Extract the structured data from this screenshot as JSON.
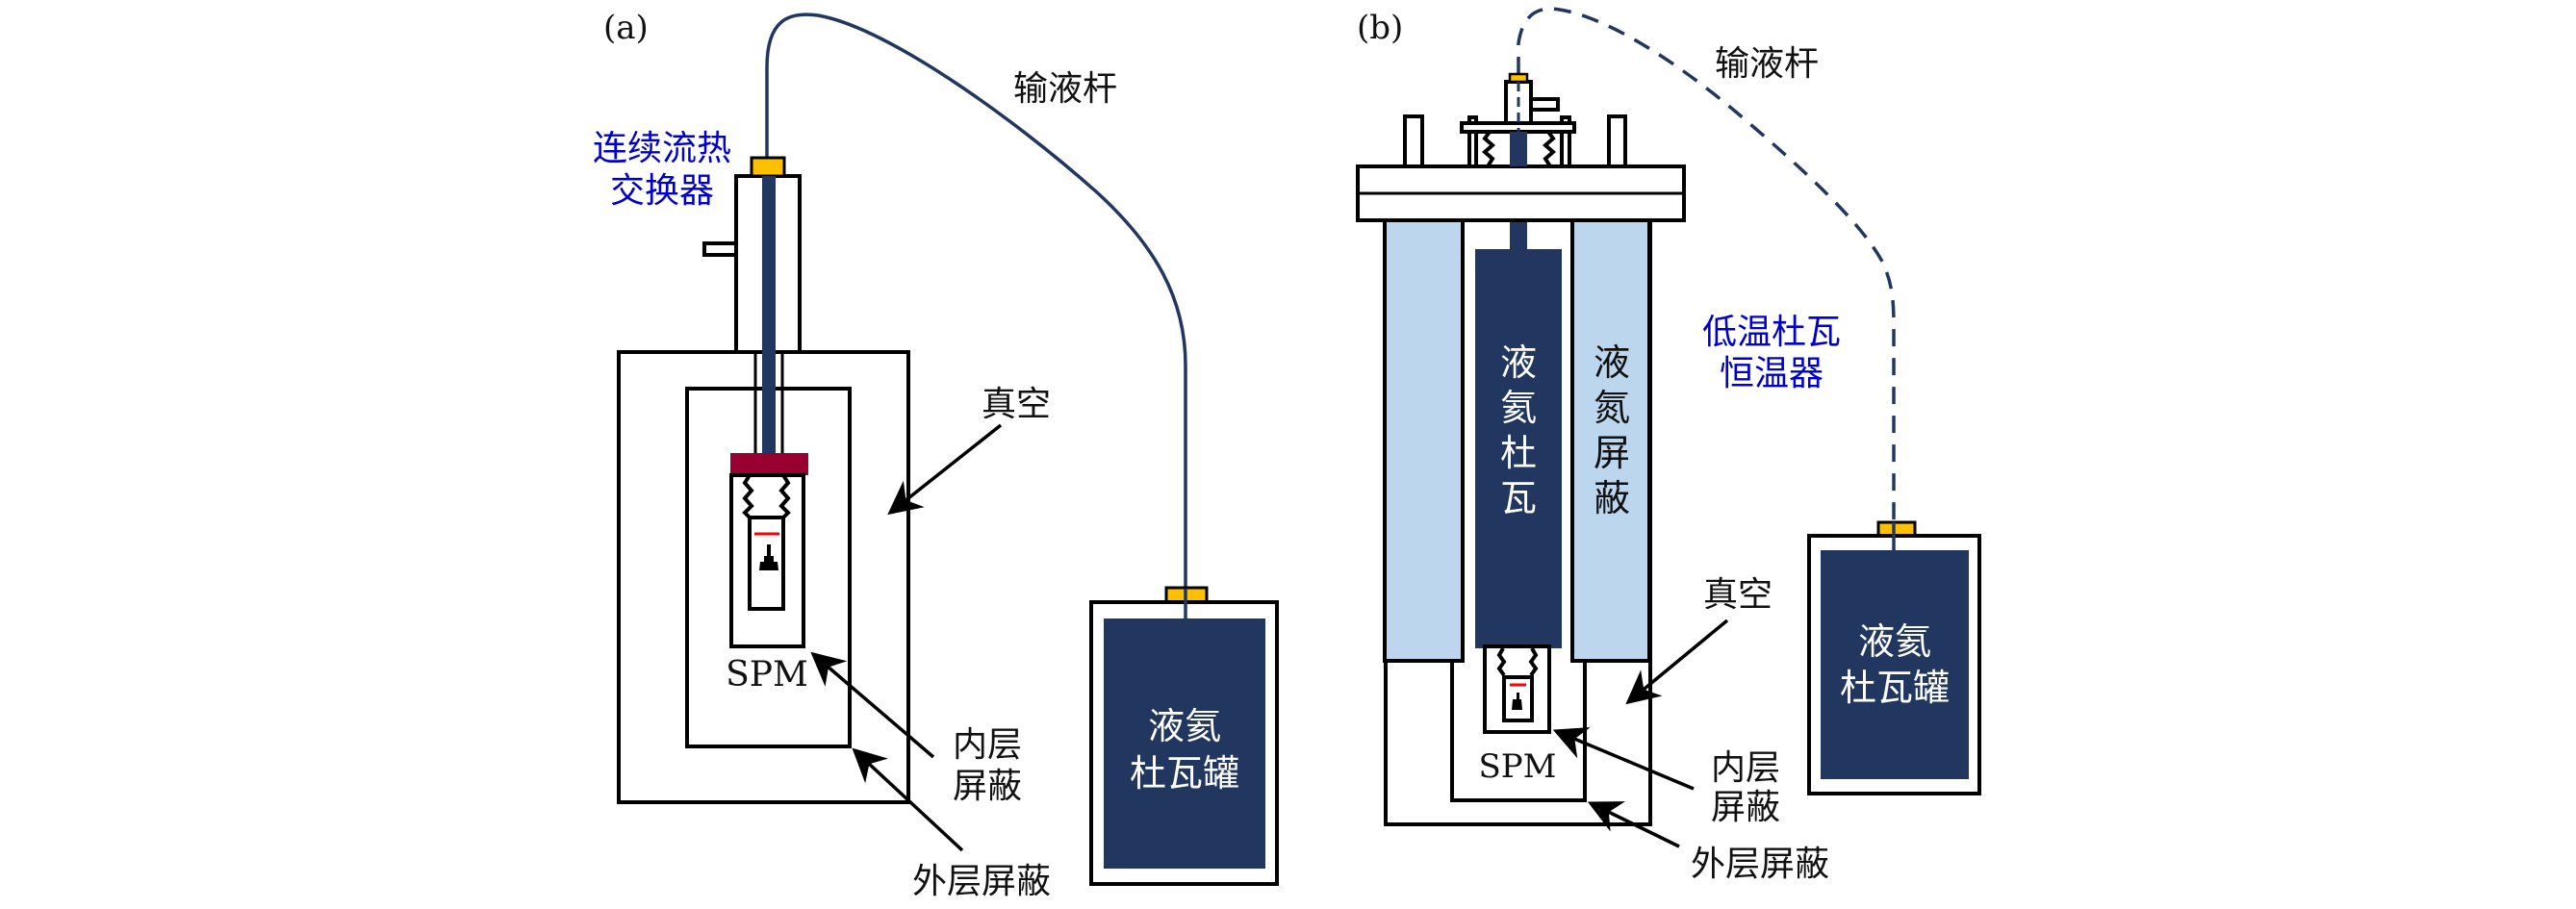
{
  "colors": {
    "navy": "#22375F",
    "light_blue": "#BCD6EE",
    "gold": "#FFC000",
    "maroon": "#970030",
    "red": "#FF0000",
    "blue_text": "#0000CC",
    "black": "#000000"
  },
  "panel_a": {
    "tag": "(a)",
    "transfer_line_label": "输液杆",
    "heat_exchanger_label": [
      "连续流热",
      "交换器"
    ],
    "vacuum_label": "真空",
    "spm_label": "SPM",
    "inner_shield_label": [
      "内层",
      "屏蔽"
    ],
    "outer_shield_label": "外层屏蔽",
    "dewar_label": [
      "液氦",
      "杜瓦罐"
    ],
    "transfer_line_style": "solid"
  },
  "panel_b": {
    "tag": "(b)",
    "transfer_line_label": "输液杆",
    "cryostat_label": [
      "低温杜瓦",
      "恒温器"
    ],
    "helium_dewar_label": [
      "液",
      "氦",
      "杜",
      "瓦"
    ],
    "nitrogen_shield_label": [
      "液",
      "氮",
      "屏",
      "蔽"
    ],
    "vacuum_label": "真空",
    "spm_label": "SPM",
    "inner_shield_label": [
      "内层",
      "屏蔽"
    ],
    "outer_shield_label": "外层屏蔽",
    "dewar_label": [
      "液氦",
      "杜瓦罐"
    ],
    "transfer_line_style": "dashed"
  }
}
